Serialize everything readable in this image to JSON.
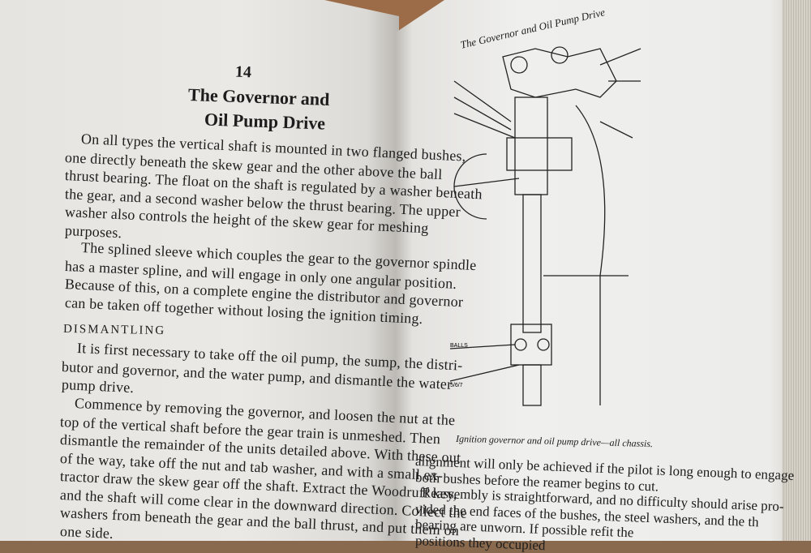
{
  "left_page": {
    "chapter_number": "14",
    "chapter_title_line1": "The Governor and",
    "chapter_title_line2": "Oil Pump Drive",
    "paragraph1": [
      "On all types the vertical shaft is mounted in two flanged bushes,",
      "one directly beneath the skew gear and the other above the ball",
      "thrust bearing. The float on the shaft is regulated by a washer beneath",
      "the gear, and a second washer below the thrust bearing. The upper",
      "washer also controls the height of the skew gear for meshing",
      "purposes."
    ],
    "paragraph2": [
      "The splined sleeve which couples the gear to the governor spindle",
      "has a master spline, and will engage in only one angular position.",
      "Because of this, on a complete engine the distributor and governor",
      "can be taken off together without losing the ignition timing."
    ],
    "section_heading": "DISMANTLING",
    "paragraph3": [
      "It is first necessary to take off the oil pump, the sump, the distri-",
      "butor and governor, and the water pump, and dismantle the water",
      "pump drive."
    ],
    "paragraph4": [
      "Commence by removing the governor, and loosen the nut at the",
      "top of the vertical shaft before the gear train is unmeshed. Then",
      "dismantle the remainder of the units detailed above. With these out",
      "of the way, take off the nut and tab washer, and with a small ex-",
      "tractor draw the skew gear off the shaft. Extract the Woodruff key,",
      "and the shaft will come clear in the downward direction. Collect the",
      "washers from beneath the gear and the ball thrust, and put them on",
      "one side."
    ]
  },
  "right_page": {
    "running_head": "The Governor and Oil Pump Drive",
    "diagram_labels": [
      "BALLS",
      "5/6/7"
    ],
    "caption": "Ignition governor and oil pump drive—all chassis.",
    "body": [
      "alignment will only be achieved if the pilot is long enough to engage",
      "both bushes before the reamer begins to cut.",
      "Reassembly is straightforward, and no difficulty should arise pro-",
      "vided the end faces of the bushes, the steel washers, and the th",
      "bearing are unworn. If possible refit the",
      "positions they occupied"
    ]
  }
}
